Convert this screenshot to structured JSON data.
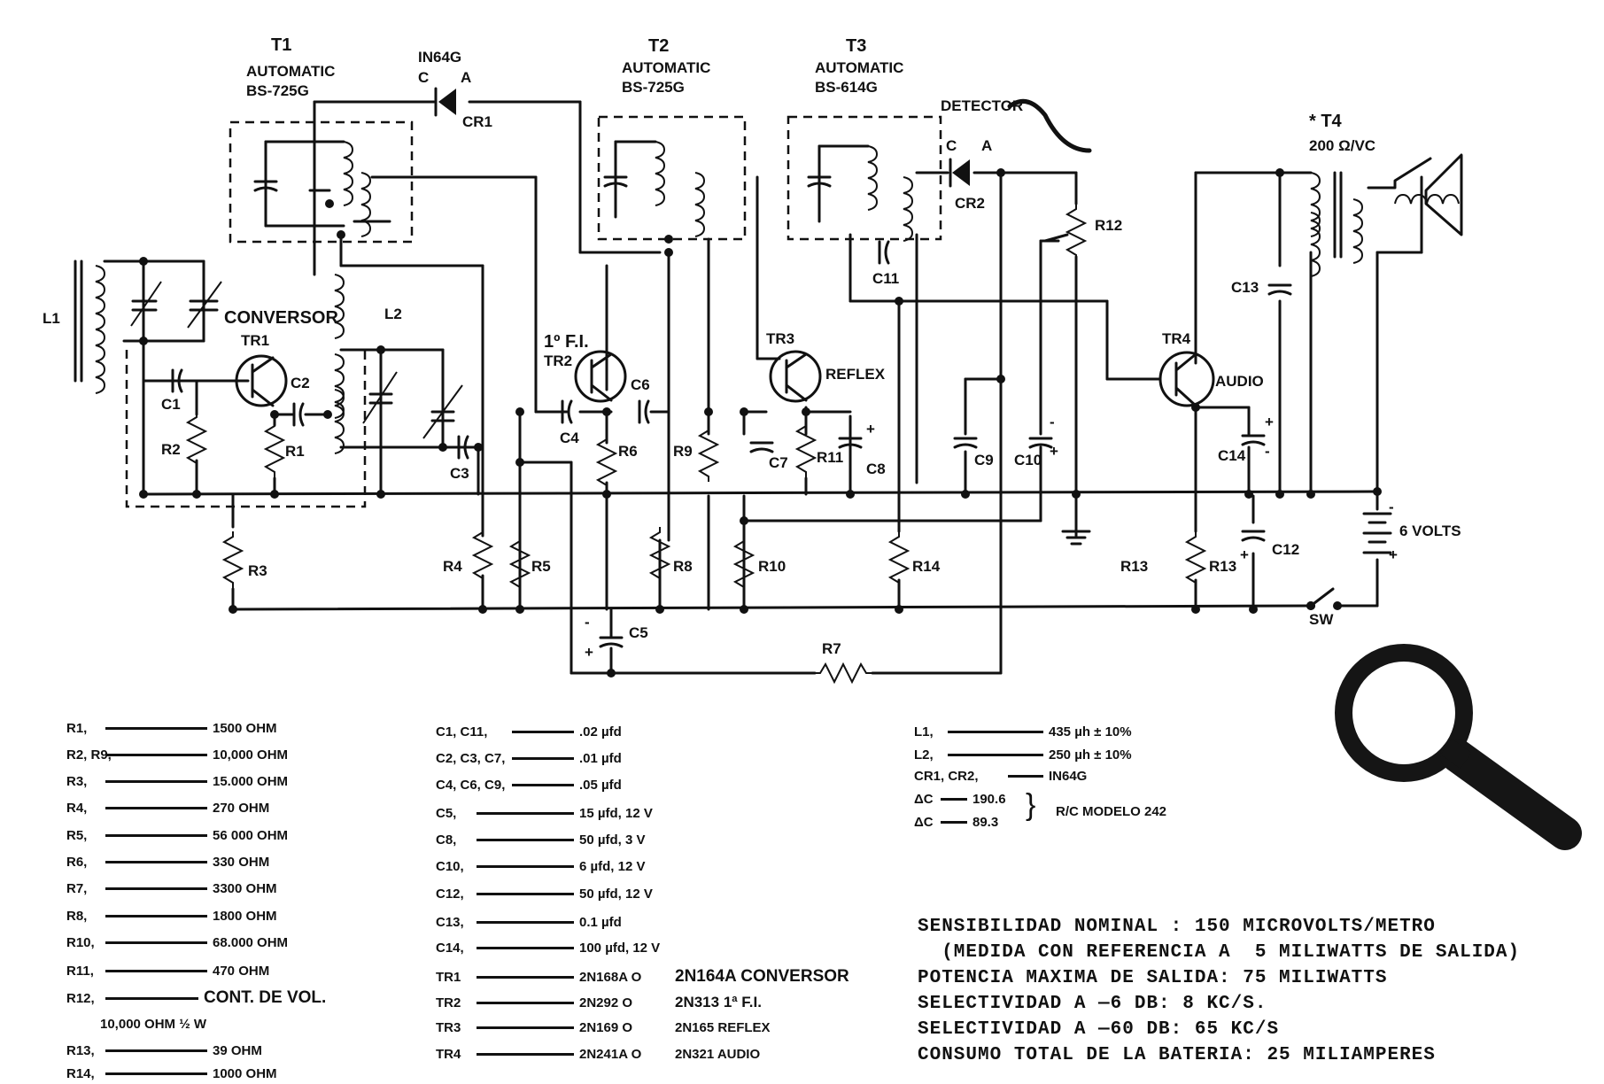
{
  "diagram": {
    "blocks": {
      "t1": {
        "name": "T1",
        "brand": "AUTOMATIC",
        "model": "BS-725G"
      },
      "t2": {
        "name": "T2",
        "brand": "AUTOMATIC",
        "model": "BS-725G"
      },
      "t3": {
        "name": "T3",
        "brand": "AUTOMATIC",
        "model": "BS-614G"
      },
      "t4": {
        "name": "* T4",
        "spec": "200 Ω/VC"
      }
    },
    "labels": {
      "cr1_type": "IN64G",
      "cr1_c": "C",
      "cr1_a": "A",
      "cr1": "CR1",
      "cr2": "CR2",
      "cr2_c": "C",
      "cr2_a": "A",
      "detector": "DETECTOR",
      "conversor": "CONVERSOR",
      "fi": "1º F.I.",
      "reflex": "REFLEX",
      "audio": "AUDIO",
      "tr1": "TR1",
      "tr2": "TR2",
      "tr3": "TR3",
      "tr4": "TR4",
      "l1": "L1",
      "l2": "L2",
      "c1": "C1",
      "c2": "C2",
      "c3": "C3",
      "c4": "C4",
      "c5": "C5",
      "c6": "C6",
      "c7": "C7",
      "c8": "C8",
      "c9": "C9",
      "c10": "C10",
      "c11": "C11",
      "c12": "C12",
      "c13": "C13",
      "c14": "C14",
      "r1": "R1",
      "r2": "R2",
      "r3": "R3",
      "r4": "R4",
      "r5": "R5",
      "r6": "R6",
      "r7": "R7",
      "r8": "R8",
      "r9": "R9",
      "r10": "R10",
      "r11": "R11",
      "r12": "R12",
      "r13a": "R13",
      "r13b": "R13",
      "r14": "R14",
      "battery": "6 VOLTS",
      "switch": "SW",
      "plus": "+",
      "minus": "-"
    }
  },
  "parts_list": {
    "resistors": [
      {
        "ref": "R1,",
        "value": "1500 OHM"
      },
      {
        "ref": "R2, R9,",
        "value": "10,000 OHM"
      },
      {
        "ref": "R3,",
        "value": "15.000 OHM"
      },
      {
        "ref": "R4,",
        "value": "270 OHM"
      },
      {
        "ref": "R5,",
        "value": "56 000 OHM"
      },
      {
        "ref": "R6,",
        "value": "330 OHM"
      },
      {
        "ref": "R7,",
        "value": "3300 OHM"
      },
      {
        "ref": "R8,",
        "value": "1800 OHM"
      },
      {
        "ref": "R10,",
        "value": "68.000 OHM"
      },
      {
        "ref": "R11,",
        "value": "470 OHM"
      },
      {
        "ref": "R12,",
        "value": "CONT. DE VOL."
      },
      {
        "ref": "",
        "value": "10,000 OHM  ½ W"
      },
      {
        "ref": "R13,",
        "value": "39 OHM"
      },
      {
        "ref": "R14,",
        "value": "1000 OHM"
      }
    ],
    "capacitors": [
      {
        "ref": "C1, C11,",
        "value": ".02 µfd"
      },
      {
        "ref": "C2, C3, C7,",
        "value": ".01 µfd"
      },
      {
        "ref": "C4, C6, C9,",
        "value": ".05 µfd"
      },
      {
        "ref": "C5,",
        "value": "15 µfd, 12 V"
      },
      {
        "ref": "C8,",
        "value": "50 µfd, 3 V"
      },
      {
        "ref": "C10,",
        "value": "6 µfd, 12 V"
      },
      {
        "ref": "C12,",
        "value": "50 µfd, 12 V"
      },
      {
        "ref": "C13,",
        "value": "0.1 µfd"
      },
      {
        "ref": "C14,",
        "value": "100 µfd, 12 V"
      }
    ],
    "transistors": [
      {
        "ref": "TR1",
        "value": "2N168A  O",
        "alt": "2N164A CONVERSOR"
      },
      {
        "ref": "TR2",
        "value": "2N292  O",
        "alt": "2N313 1ª F.I."
      },
      {
        "ref": "TR3",
        "value": "2N169  O",
        "alt": "2N165 REFLEX"
      },
      {
        "ref": "TR4",
        "value": "2N241A  O",
        "alt": "2N321 AUDIO"
      }
    ],
    "others": [
      {
        "ref": "L1,",
        "value": "435 µh ± 10%"
      },
      {
        "ref": "L2,",
        "value": "250 µh ± 10%"
      },
      {
        "ref": "CR1, CR2,",
        "value": "IN64G"
      },
      {
        "ref": "ΔC",
        "value": "190.6"
      },
      {
        "ref": "ΔC",
        "value": "89.3"
      }
    ],
    "model_note": "R/C MODELO 242"
  },
  "specs": [
    "SENSIBILIDAD NOMINAL : 150 MICROVOLTS/METRO",
    "  (MEDIDA CON REFERENCIA A  5 MILIWATTS DE SALIDA)",
    "POTENCIA MAXIMA DE SALIDA: 75 MILIWATTS",
    "SELECTIVIDAD A —6 DB: 8  KC/S.",
    "SELECTIVIDAD A —60 DB:  65  KC/S",
    "CONSUMO TOTAL DE LA BATERIA: 25 MILIAMPERES"
  ],
  "icons": {
    "magnifier": "magnifier-icon"
  }
}
